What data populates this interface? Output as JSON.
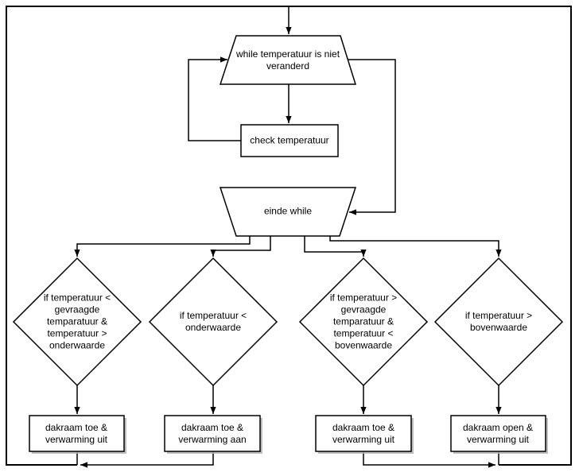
{
  "nodes": {
    "while_loop": {
      "label": "while temperatuur is niet veranderd"
    },
    "check_temp": {
      "label": "check temperatuur"
    },
    "einde_while": {
      "label": "einde while"
    },
    "cond_low_mid": {
      "label": "if temperatuur < gevraagde temparatuur & temperatuur > onderwaarde"
    },
    "cond_below_low": {
      "label": "if temperatuur < onderwaarde"
    },
    "cond_high_mid": {
      "label": "if temperatuur > gevraagde temparatuur & temperatuur < bovenwaarde"
    },
    "cond_above_high": {
      "label": "if temperatuur > bovenwaarde"
    },
    "action_1": {
      "label": "dakraam toe & verwarming uit"
    },
    "action_2": {
      "label": "dakraam toe & verwarming aan"
    },
    "action_3": {
      "label": "dakraam toe & verwarming uit"
    },
    "action_4": {
      "label": "dakraam open & verwarming uit"
    }
  },
  "colors": {
    "line": "#000000",
    "shape_fill": "#ffffff",
    "shadow": "#b3b3b3",
    "text": "#000000",
    "background": "#ffffff"
  }
}
